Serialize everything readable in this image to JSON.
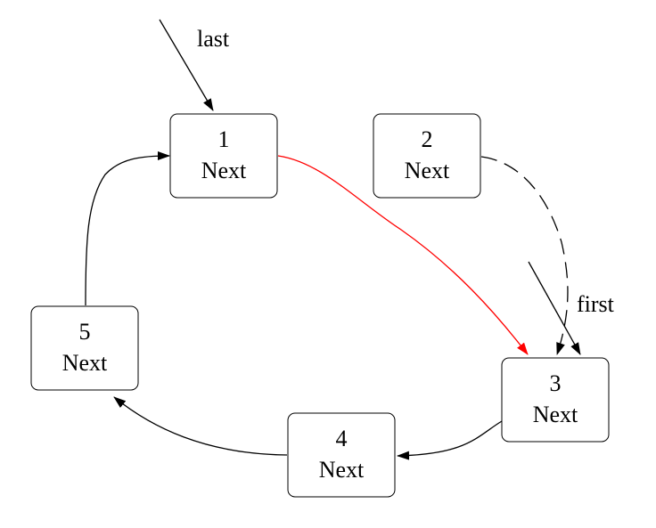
{
  "nodes": [
    {
      "id": "1",
      "value": "1",
      "field": "Next"
    },
    {
      "id": "2",
      "value": "2",
      "field": "Next"
    },
    {
      "id": "3",
      "value": "3",
      "field": "Next"
    },
    {
      "id": "4",
      "value": "4",
      "field": "Next"
    },
    {
      "id": "5",
      "value": "5",
      "field": "Next"
    }
  ],
  "pointers": {
    "last": {
      "label": "last",
      "target": "1"
    },
    "first": {
      "label": "first",
      "target": "3"
    }
  },
  "edges": [
    {
      "from": "1",
      "to": "3",
      "style": "solid",
      "color": "#ff0000",
      "note": "red"
    },
    {
      "from": "2",
      "to": "3",
      "style": "dashed",
      "color": "#000000"
    },
    {
      "from": "3",
      "to": "4",
      "style": "solid",
      "color": "#000000"
    },
    {
      "from": "4",
      "to": "5",
      "style": "solid",
      "color": "#000000"
    },
    {
      "from": "5",
      "to": "1",
      "style": "solid",
      "color": "#000000"
    }
  ],
  "colors": {
    "highlight_edge": "#ff0000",
    "default_edge": "#000000",
    "node_border": "#000000",
    "background": "#ffffff"
  }
}
